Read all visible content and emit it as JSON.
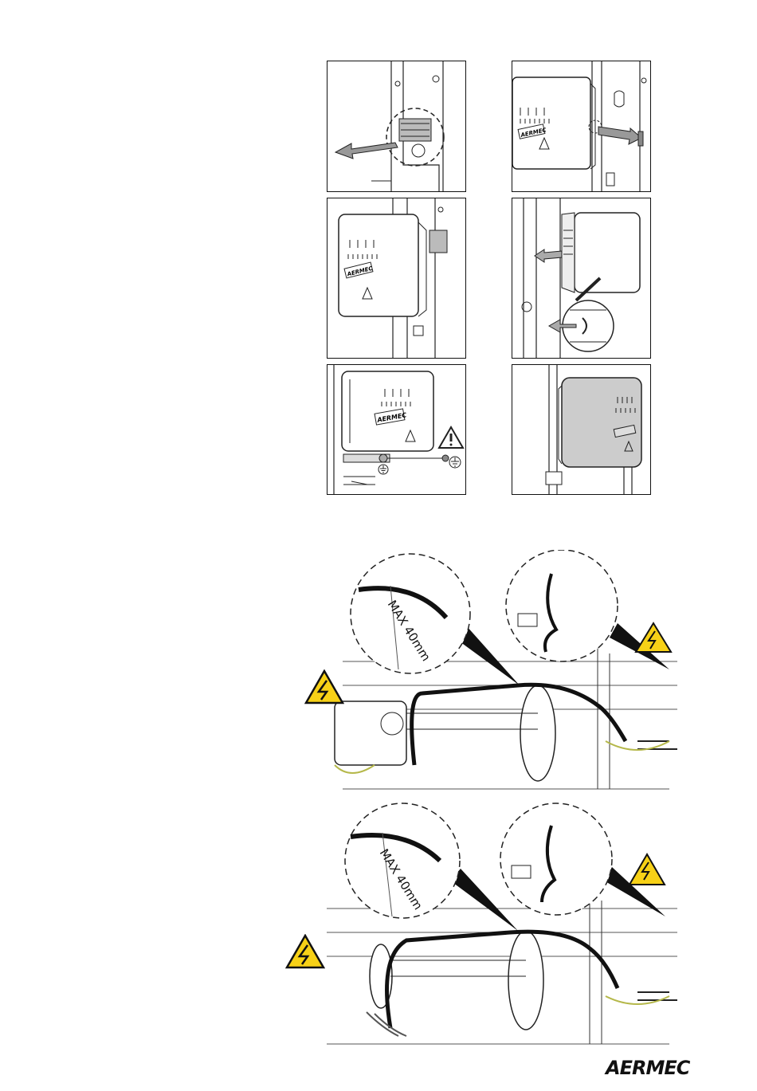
{
  "steps": [
    {
      "id": 1,
      "box_brand": ""
    },
    {
      "id": 2,
      "box_brand": "AERMEC"
    },
    {
      "id": 3,
      "box_brand": "AERMEC"
    },
    {
      "id": 4,
      "box_brand": ""
    },
    {
      "id": 5,
      "box_brand": "AERMEC"
    },
    {
      "id": 6,
      "box_brand": ""
    }
  ],
  "assembly_1": {
    "max_label": "MAX 40mm"
  },
  "assembly_2": {
    "max_label": "MAX 40mm"
  },
  "icons": {
    "warning": "electrical-hazard-icon",
    "caution": "caution-icon",
    "ground": "ground-icon"
  },
  "colors": {
    "warning_fill": "#f7d117",
    "cable": "#111111",
    "ground_wire": "#b5b84a"
  },
  "footer": {
    "logo_text": "AERMEC"
  }
}
